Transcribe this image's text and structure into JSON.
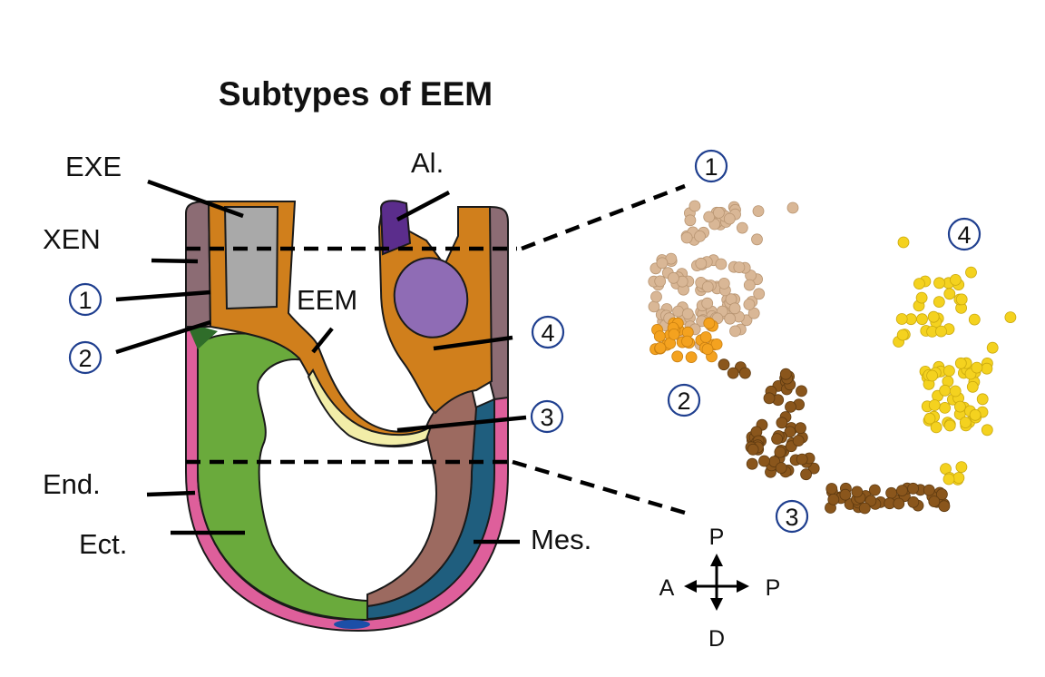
{
  "title": "Subtypes of EEM",
  "labels": {
    "exe": "EXE",
    "xen": "XEN",
    "eem": "EEM",
    "al": "Al.",
    "end": "End.",
    "ect": "Ect.",
    "mes": "Mes."
  },
  "subtype_numbers": [
    "1",
    "2",
    "3",
    "4"
  ],
  "axis_labels": {
    "top": "P",
    "left": "A",
    "right": "P",
    "bottom": "D"
  },
  "colors": {
    "exe": "#a9a9a9",
    "eem_orange": "#d07f1c",
    "xen": "#8c6c74",
    "allantois_dark": "#5b2d8c",
    "allantois_light": "#8f6cb5",
    "ectoderm": "#6aaa3c",
    "endoderm": "#de5f9b",
    "mesoderm": "#9c6a60",
    "mesoderm_teal": "#1f5e7e",
    "eem_pale": "#f2eda8",
    "cluster1": "#d9b796",
    "cluster2": "#f4a21f",
    "cluster3": "#8a561c",
    "cluster4": "#f4d21f",
    "circle_stroke": "#1f3f8f"
  }
}
